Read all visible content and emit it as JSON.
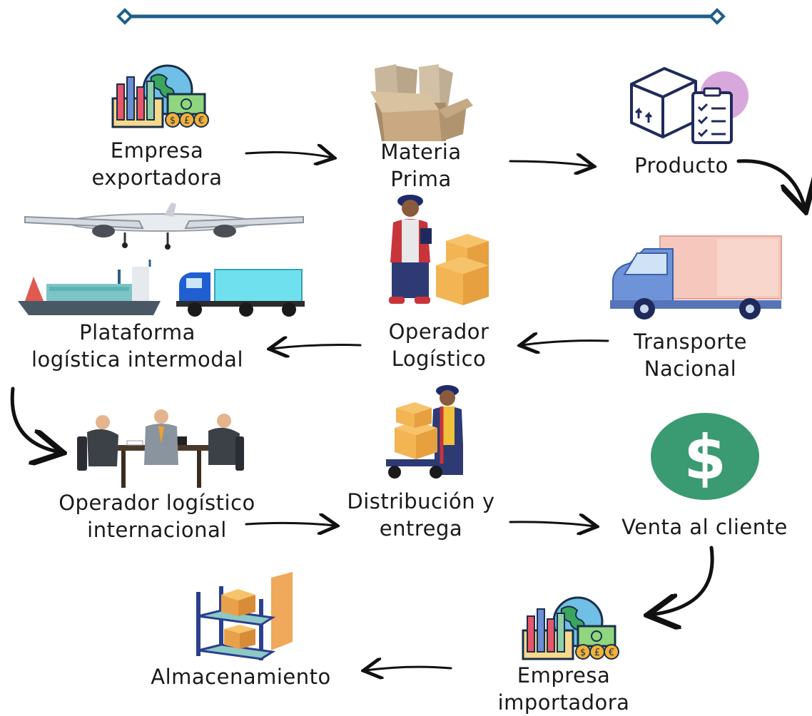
{
  "nodes": {
    "empresa_exportadora": {
      "line1": "Empresa",
      "line2": "exportadora",
      "icon": "economy-globe-icon"
    },
    "materia_prima": {
      "line1": "Materia",
      "line2": "Prima",
      "icon": "cardboard-box-icon"
    },
    "producto": {
      "line1": "Producto",
      "icon": "package-checklist-icon"
    },
    "transporte_nacional": {
      "line1": "Transporte",
      "line2": "Nacional",
      "icon": "delivery-truck-icon"
    },
    "operador_logistico": {
      "line1": "Operador",
      "line2": "Logístico",
      "icon": "worker-boxes-icon"
    },
    "plataforma_logistica": {
      "line1": "Plataforma",
      "line2": "logística intermodal",
      "icon": "airplane-ship-truck-icon"
    },
    "operador_logistico_internacional": {
      "line1": "Operador logístico",
      "line2": "internacional",
      "icon": "business-meeting-icon"
    },
    "distribucion_entrega": {
      "line1": "Distribución y",
      "line2": "entrega",
      "icon": "hand-truck-worker-icon"
    },
    "venta_cliente": {
      "line1": "Venta al cliente",
      "icon": "dollar-coin-icon"
    },
    "empresa_importadora": {
      "line1": "Empresa",
      "line2": "importadora",
      "icon": "economy-globe-icon"
    },
    "almacenamiento": {
      "line1": "Almacenamiento",
      "icon": "warehouse-shelf-icon"
    }
  },
  "icons": {
    "coin_symbol": "$"
  },
  "colors": {
    "accent_line": "#1d5f8c",
    "coin_green": "#3a9a72",
    "arrow": "#111111"
  }
}
